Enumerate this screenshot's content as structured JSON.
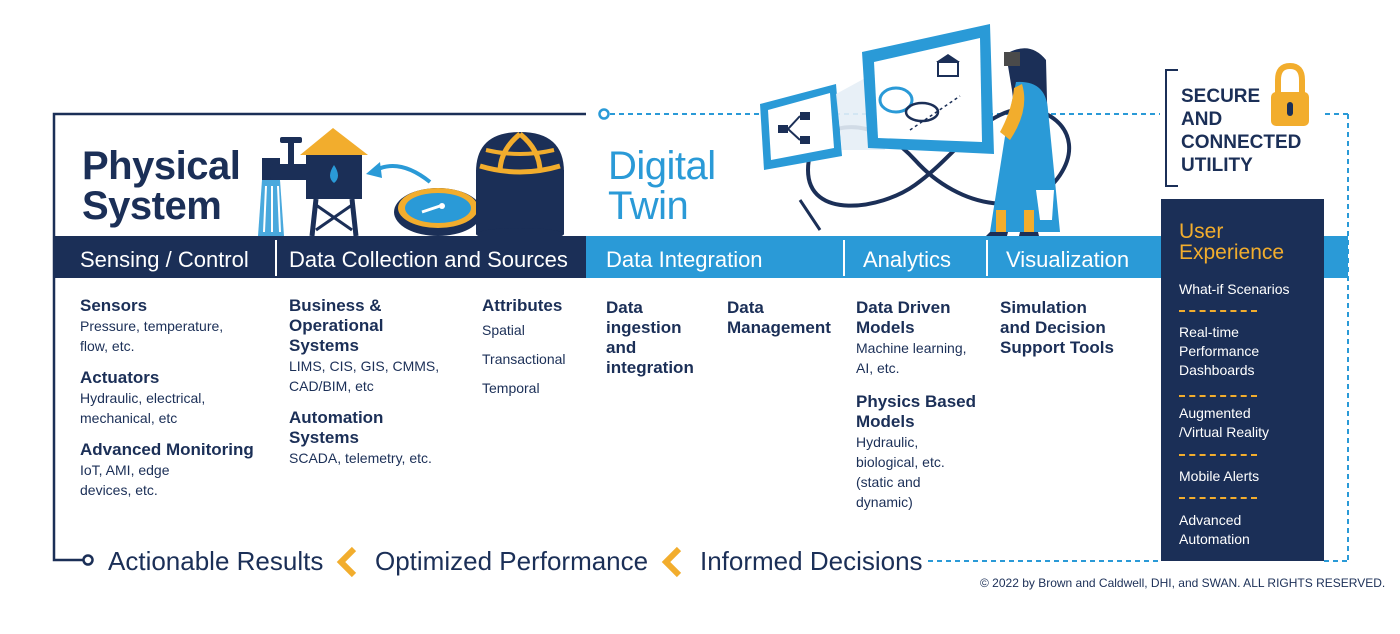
{
  "physical": {
    "line1": "Physical",
    "line2": "System"
  },
  "digital": {
    "line1": "Digital",
    "line2": "Twin"
  },
  "secure": {
    "line1": "SECURE",
    "line2": "AND",
    "line3": "CONNECTED",
    "line4": "UTILITY"
  },
  "bar": {
    "sensing": "Sensing / Control",
    "collection": "Data Collection and Sources",
    "integration": "Data Integration",
    "analytics": "Analytics",
    "visualization": "Visualization"
  },
  "sensing": {
    "sensors_h": "Sensors",
    "sensors_t1": "Pressure, temperature,",
    "sensors_t2": "flow, etc.",
    "actuators_h": "Actuators",
    "actuators_t1": "Hydraulic, electrical,",
    "actuators_t2": "mechanical, etc",
    "monitoring_h": "Advanced Monitoring",
    "monitoring_t1": "IoT, AMI, edge",
    "monitoring_t2": "devices, etc."
  },
  "collection": {
    "business_h1": "Business &",
    "business_h2": "Operational",
    "business_h3": "Systems",
    "business_t1": "LIMS, CIS, GIS, CMMS,",
    "business_t2": "CAD/BIM, etc",
    "automation_h1": "Automation",
    "automation_h2": "Systems",
    "automation_t": "SCADA, telemetry, etc.",
    "attributes_h": "Attributes",
    "attributes": [
      "Spatial",
      "Transactional",
      "Temporal"
    ]
  },
  "integration": {
    "ingestion": [
      "Data",
      "ingestion",
      "and",
      "integration"
    ],
    "management": [
      "Data",
      "Management"
    ]
  },
  "analytics": {
    "ddm_h1": "Data Driven",
    "ddm_h2": "Models",
    "ddm_t1": "Machine learning,",
    "ddm_t2": "AI, etc.",
    "pbm_h1": "Physics Based",
    "pbm_h2": "Models",
    "pbm_t": [
      "Hydraulic,",
      "biological, etc.",
      "(static and",
      "dynamic)"
    ]
  },
  "visualization": {
    "lines": [
      "Simulation",
      "and Decision",
      "Support Tools"
    ]
  },
  "ux": {
    "title1": "User",
    "title2": "Experience",
    "whatif": "What-if Scenarios",
    "realtime": [
      "Real-time",
      "Performance",
      "Dashboards"
    ],
    "ar": [
      "Augmented",
      "/Virtual Reality"
    ],
    "mobile": "Mobile Alerts",
    "automation": [
      "Advanced",
      "Automation"
    ]
  },
  "bottom": {
    "actionable": "Actionable Results",
    "optimized": "Optimized Performance",
    "informed": "Informed Decisions"
  },
  "copyright": "© 2022 by Brown and Caldwell, DHI, and SWAN. ALL RIGHTS RESERVED.",
  "colors": {
    "navy": "#1b2f57",
    "blue": "#2a9ad7",
    "gold": "#f2ad2d"
  }
}
